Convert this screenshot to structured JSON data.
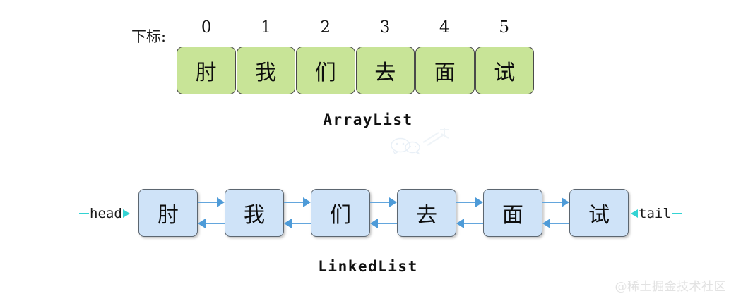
{
  "diagram": {
    "arraylist": {
      "index_label": "下标:",
      "indices": [
        "0",
        "1",
        "2",
        "3",
        "4",
        "5"
      ],
      "cells": [
        "肘",
        "我",
        "们",
        "去",
        "面",
        "试"
      ],
      "caption": "ArrayList",
      "fill_color": "#c8e497",
      "border_color": "#4a4a4a"
    },
    "linkedlist": {
      "nodes": [
        "肘",
        "我",
        "们",
        "去",
        "面",
        "试"
      ],
      "head_label": "head",
      "tail_label": "tail",
      "caption": "LinkedList",
      "fill_color": "#cfe3f8",
      "border_color": "#5c6670",
      "arrow_color": "#4e9bd8",
      "pointer_color": "#33d3d3"
    }
  },
  "watermarks": {
    "corner": "@稀土掘金技术社区",
    "center_icon": "wechat-bubbles"
  }
}
